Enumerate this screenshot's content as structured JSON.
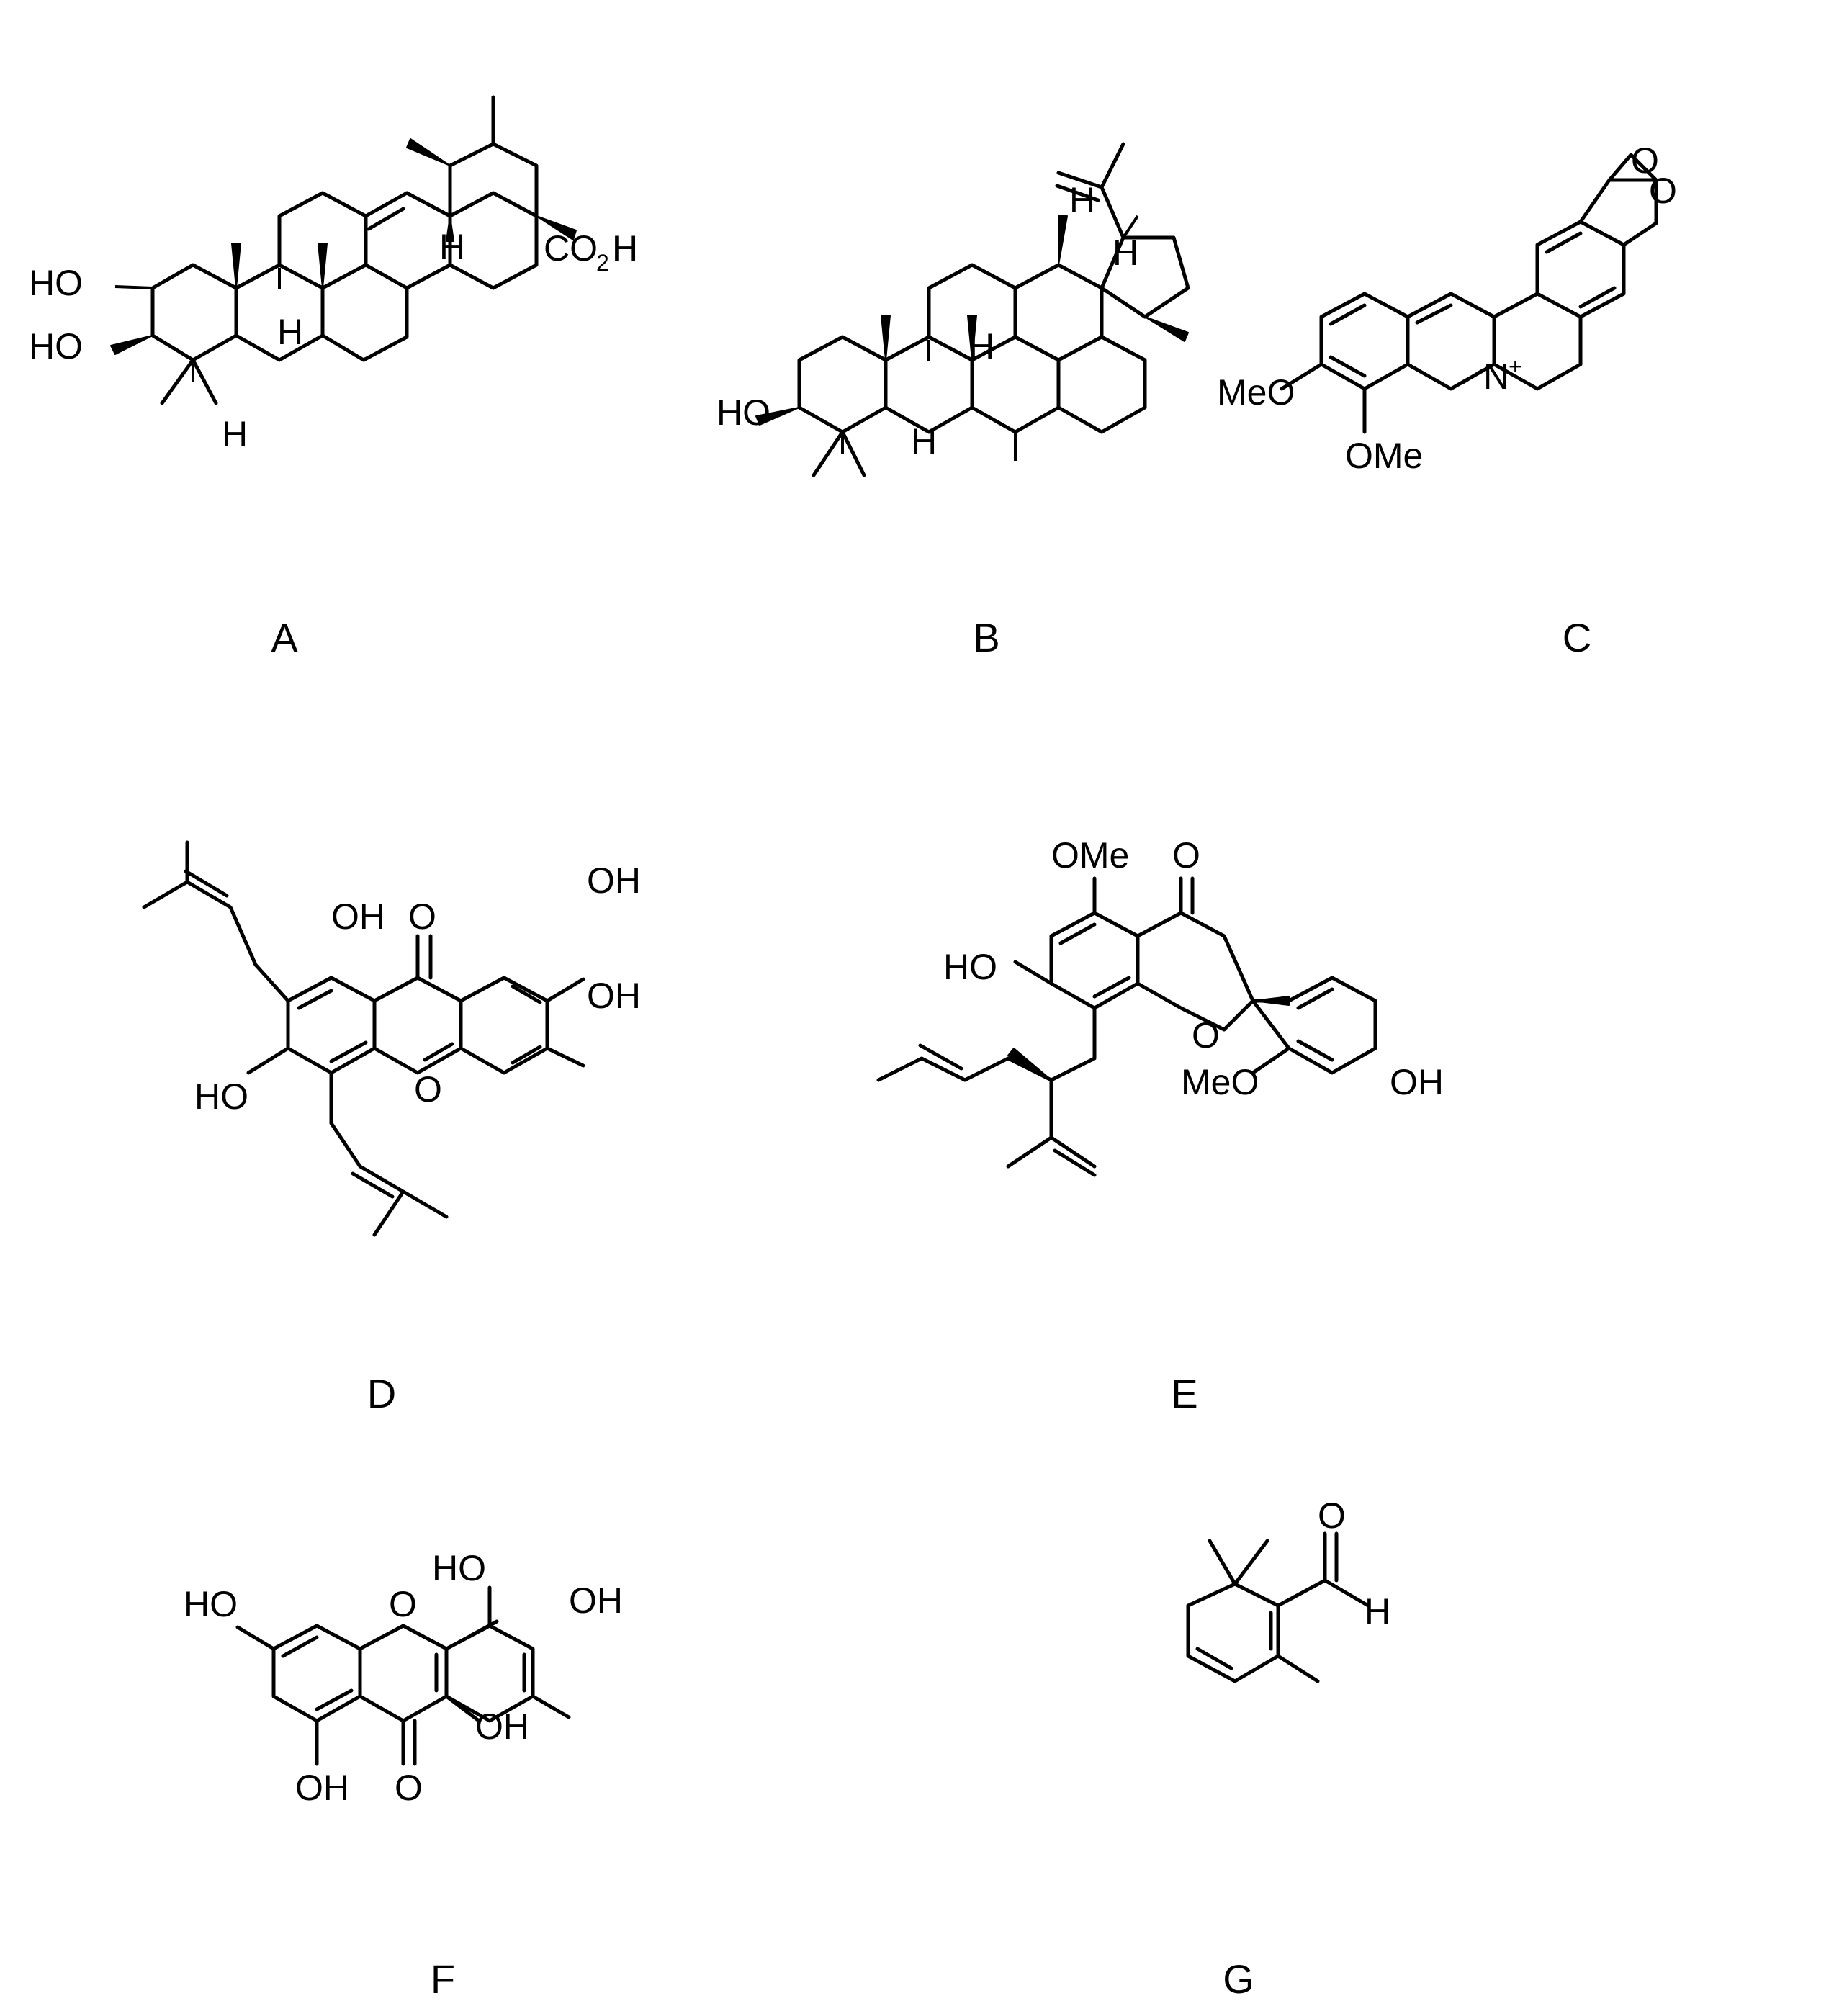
{
  "panels": [
    {
      "label": "A",
      "atom_labels": [
        "HO",
        "HO",
        "H",
        "H",
        "H",
        "CO",
        "2",
        "H"
      ]
    },
    {
      "label": "B",
      "atom_labels": [
        "HO",
        "H",
        "H",
        "H",
        "H"
      ]
    },
    {
      "label": "C",
      "atom_labels": [
        "MeO",
        "OMe",
        "N",
        "+",
        "O",
        "O"
      ]
    },
    {
      "label": "D",
      "atom_labels": [
        "OH",
        "O",
        "OH",
        "OH",
        "HO",
        "O"
      ]
    },
    {
      "label": "E",
      "atom_labels": [
        "OMe",
        "O",
        "HO",
        "O",
        "MeO",
        "OH"
      ]
    },
    {
      "label": "F",
      "atom_labels": [
        "HO",
        "OH",
        "HO",
        "O",
        "OH",
        "OH",
        "O"
      ]
    },
    {
      "label": "G",
      "atom_labels": [
        "O",
        "H"
      ]
    }
  ]
}
